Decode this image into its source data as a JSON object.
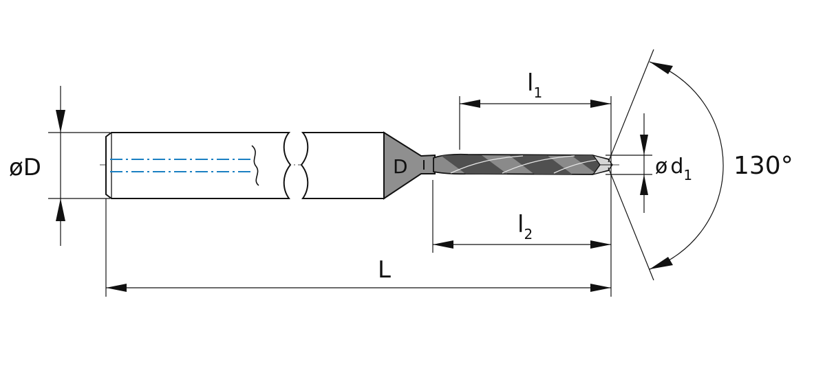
{
  "labels": {
    "shank_diameter": "øD",
    "tip_diameter_prefix": "ø",
    "tip_diameter_letter": "d",
    "tip_diameter_sub": "1",
    "l1_letter": "l",
    "l1_sub": "1",
    "l2_letter": "l",
    "l2_sub": "2",
    "total_length": "L",
    "point_angle": "130°",
    "shank_mark": "D"
  },
  "colors": {
    "line": "#111111",
    "coolant": "#1a7fc2",
    "flute_dark": "#505050",
    "body_gray": "#8f8f8f",
    "background": "#ffffff"
  }
}
